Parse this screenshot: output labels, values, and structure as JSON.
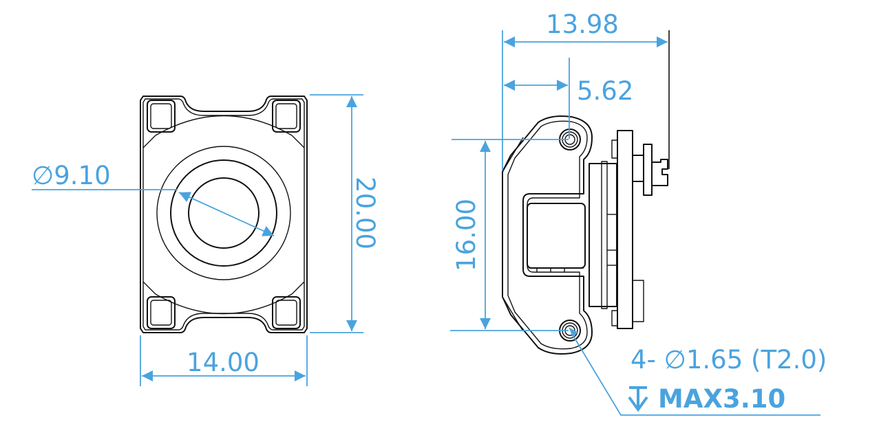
{
  "drawing": {
    "colors": {
      "dimension": "#4aa3df",
      "outline": "#111111",
      "background": "#ffffff"
    },
    "front_view": {
      "width_dimension": "14.00",
      "height_dimension": "20.00",
      "diameter_dimension": "∅9.10"
    },
    "side_view": {
      "overall_depth_dimension": "13.98",
      "hole_offset_dimension": "5.62",
      "hole_spacing_dimension": "16.00",
      "hole_callout": "4- ∅1.65 (T2.0)",
      "depth_callout": "MAX3.10",
      "depth_symbol": "depth-arrow-icon"
    }
  }
}
